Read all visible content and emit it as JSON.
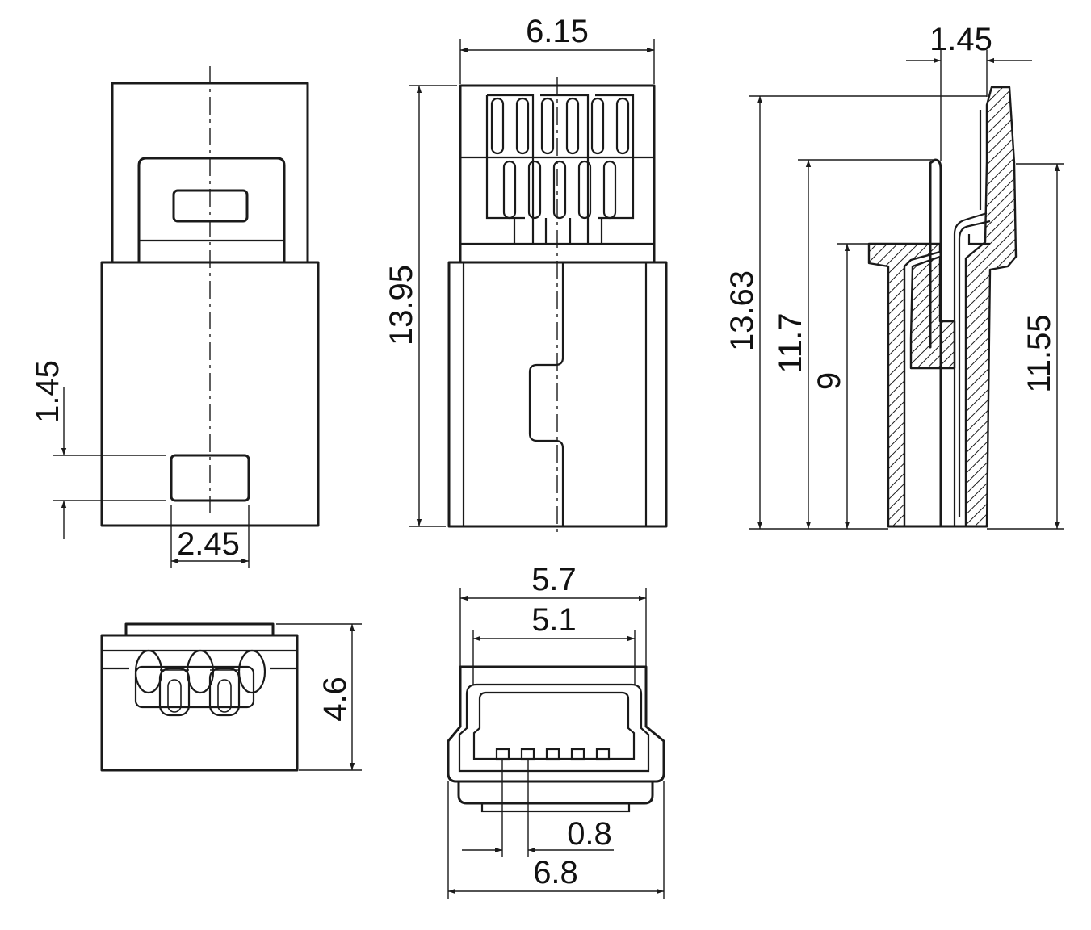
{
  "dimensions": {
    "top_width": "6.15",
    "total_height": "13.95",
    "side_pin_offset": "1.45",
    "side_total_height": "13.63",
    "side_height_a": "11.7",
    "side_height_b": "9",
    "side_height_c": "11.55",
    "front_window_height": "1.45",
    "front_window_width": "2.45",
    "bottom_height": "4.6",
    "end_outer_inner": "5.7",
    "end_inner": "5.1",
    "end_pitch": "0.8",
    "end_overall": "6.8"
  },
  "colors": {
    "line": "#1a1a1a",
    "background": "#ffffff"
  }
}
